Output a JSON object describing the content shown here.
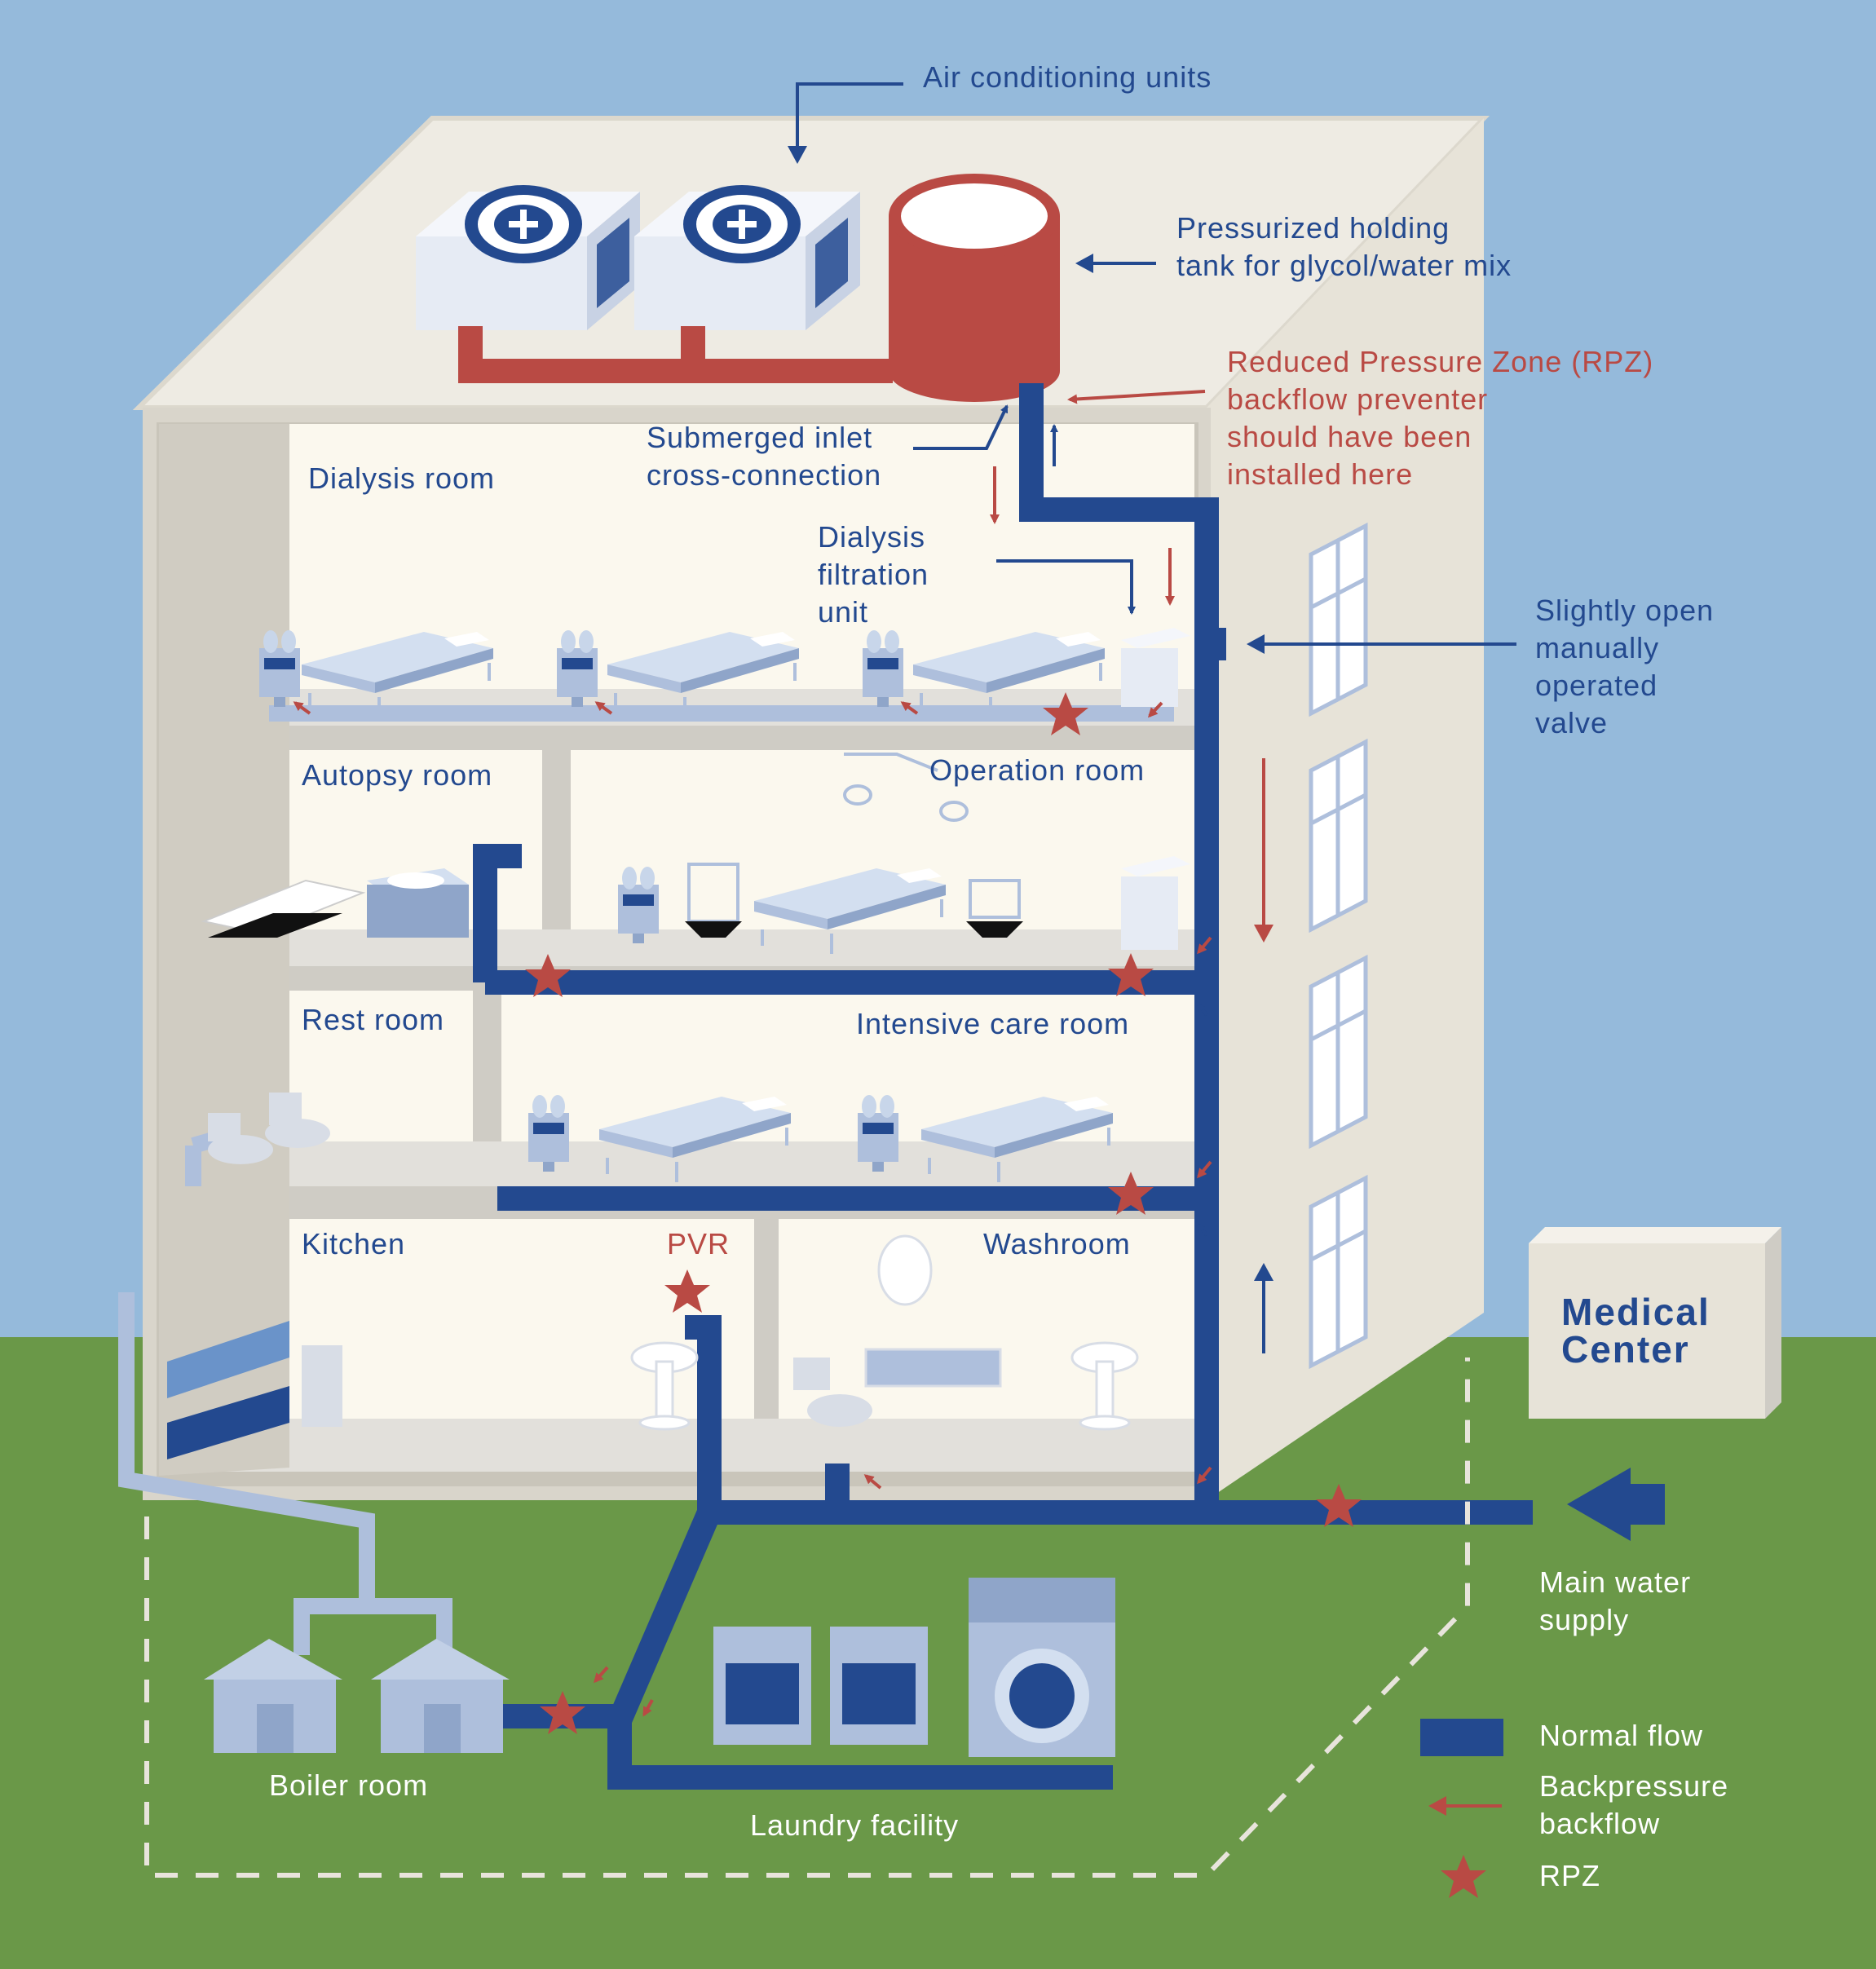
{
  "colors": {
    "sky": "#95badb",
    "grass": "#6a9848",
    "pipe_blue": "#23498f",
    "backflow_red": "#b94a44",
    "wall": "#eeebe3",
    "room": "#fbf8ee",
    "fixture_light_blue": "#aebfdc"
  },
  "labels": {
    "ac_units": "Air conditioning units",
    "tank_line1": "Pressurized holding",
    "tank_line2": "tank for glycol/water mix",
    "rpz_line1": "Reduced Pressure Zone (RPZ)",
    "rpz_line2": "backflow preventer",
    "rpz_line3": "should have been",
    "rpz_line4": "installed here",
    "submerged_line1": "Submerged inlet",
    "submerged_line2": "cross-connection",
    "filtration_line1": "Dialysis",
    "filtration_line2": "filtration",
    "filtration_line3": "unit",
    "valve_line1": "Slightly open",
    "valve_line2": "manually",
    "valve_line3": "operated",
    "valve_line4": "valve",
    "main_supply_line1": "Main water",
    "main_supply_line2": "supply",
    "pvr": "PVR",
    "boiler_room": "Boiler room",
    "laundry": "Laundry facility",
    "medical_center_line1": "Medical",
    "medical_center_line2": "Center"
  },
  "rooms": {
    "dialysis": "Dialysis room",
    "autopsy": "Autopsy room",
    "operation": "Operation room",
    "rest": "Rest room",
    "intensive": "Intensive care room",
    "kitchen": "Kitchen",
    "washroom": "Washroom"
  },
  "legend": {
    "normal_flow": "Normal flow",
    "backflow_line1": "Backpressure",
    "backflow_line2": "backflow",
    "rpz": "RPZ"
  },
  "icons": [
    "air-conditioner-icon",
    "holding-tank-icon",
    "hospital-bed-icon",
    "dialysis-machine-icon",
    "filtration-unit-icon",
    "toilet-icon",
    "sink-icon",
    "washing-machine-icon",
    "oven-icon",
    "boiler-house-icon",
    "rpz-star-icon",
    "window-icon"
  ]
}
